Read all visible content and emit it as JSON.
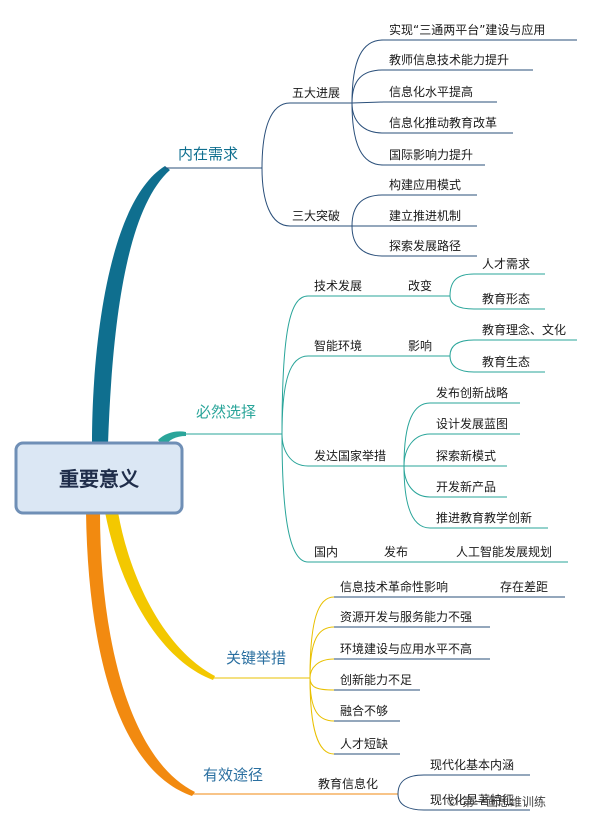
{
  "root": "重要意义",
  "b1": {
    "label": "内在需求",
    "g1": {
      "label": "五大进展",
      "items": [
        "实现“三通两平台”建设与应用",
        "教师信息技术能力提升",
        "信息化水平提高",
        "信息化推动教育改革",
        "国际影响力提升"
      ]
    },
    "g2": {
      "label": "三大突破",
      "items": [
        "构建应用模式",
        "建立推进机制",
        "探索发展路径"
      ]
    }
  },
  "b2": {
    "label": "必然选择",
    "g1": {
      "label": "技术发展",
      "mid": "改变",
      "items": [
        "人才需求",
        "教育形态"
      ]
    },
    "g2": {
      "label": "智能环境",
      "mid": "影响",
      "items": [
        "教育理念、文化",
        "教育生态"
      ]
    },
    "g3": {
      "label": "发达国家举措",
      "items": [
        "发布创新战略",
        "设计发展蓝图",
        "探索新模式",
        "开发新产品",
        "推进教育教学创新"
      ]
    },
    "g4": {
      "label": "国内",
      "mid": "发布",
      "item": "人工智能发展规划"
    }
  },
  "b3": {
    "label": "关键举措",
    "items": [
      "信息技术革命性影响",
      "资源开发与服务能力不强",
      "环境建设与应用水平不高",
      "创新能力不足",
      "融合不够",
      "人才短缺"
    ],
    "side": "存在差距"
  },
  "b4": {
    "label": "有效途径",
    "g1": {
      "label": "教育信息化",
      "items": [
        "现代化基本内涵",
        "现代化显著特征"
      ]
    }
  },
  "watermark": "第一画思维训练",
  "colors": {
    "blue": "#0f6f8f",
    "teal": "#2aa59a",
    "yellow": "#f3c800",
    "orange": "#f28a10",
    "root_fill": "#dbe7f4",
    "root_border": "#6f8fb6"
  }
}
